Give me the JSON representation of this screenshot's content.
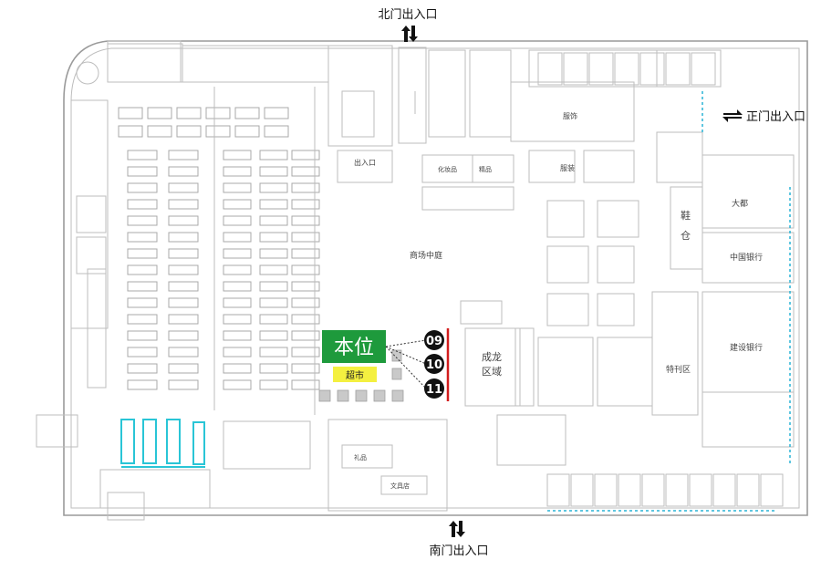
{
  "entrances": {
    "north": "北门出入口",
    "south": "南门出入口",
    "east": "正门出入口"
  },
  "here_label": "本位",
  "supermarket_label": "超市",
  "booths": [
    "09",
    "10",
    "11"
  ],
  "areas": {
    "center_court": "商场中庭",
    "atrium_block": "成龙\n区域",
    "fitting_area": "特刊区",
    "right_shop": "大都",
    "bank": "中国银行",
    "lower_right_shop": "建设银行",
    "tall_shop": "鞋\n仓",
    "top_mid_shop": "服装",
    "wide_shop": "服饰",
    "north_entry_note": "出入口",
    "small_a": "化妆品",
    "small_b": "精品",
    "bottom_shop": "礼品",
    "bottom_shop2": "文具店"
  },
  "colors": {
    "here_green": "#1e9a3c",
    "supermarket_yellow": "#f4f040",
    "booth_black": "#111111",
    "booth_line_red": "#d21d1d",
    "fixture_cyan": "#29c5d6",
    "wall_gray": "#9a9a9a"
  },
  "icons": {
    "north_arrow": "up-down-arrow-icon",
    "south_arrow": "up-down-arrow-icon",
    "east_arrow": "left-right-arrow-icon"
  }
}
